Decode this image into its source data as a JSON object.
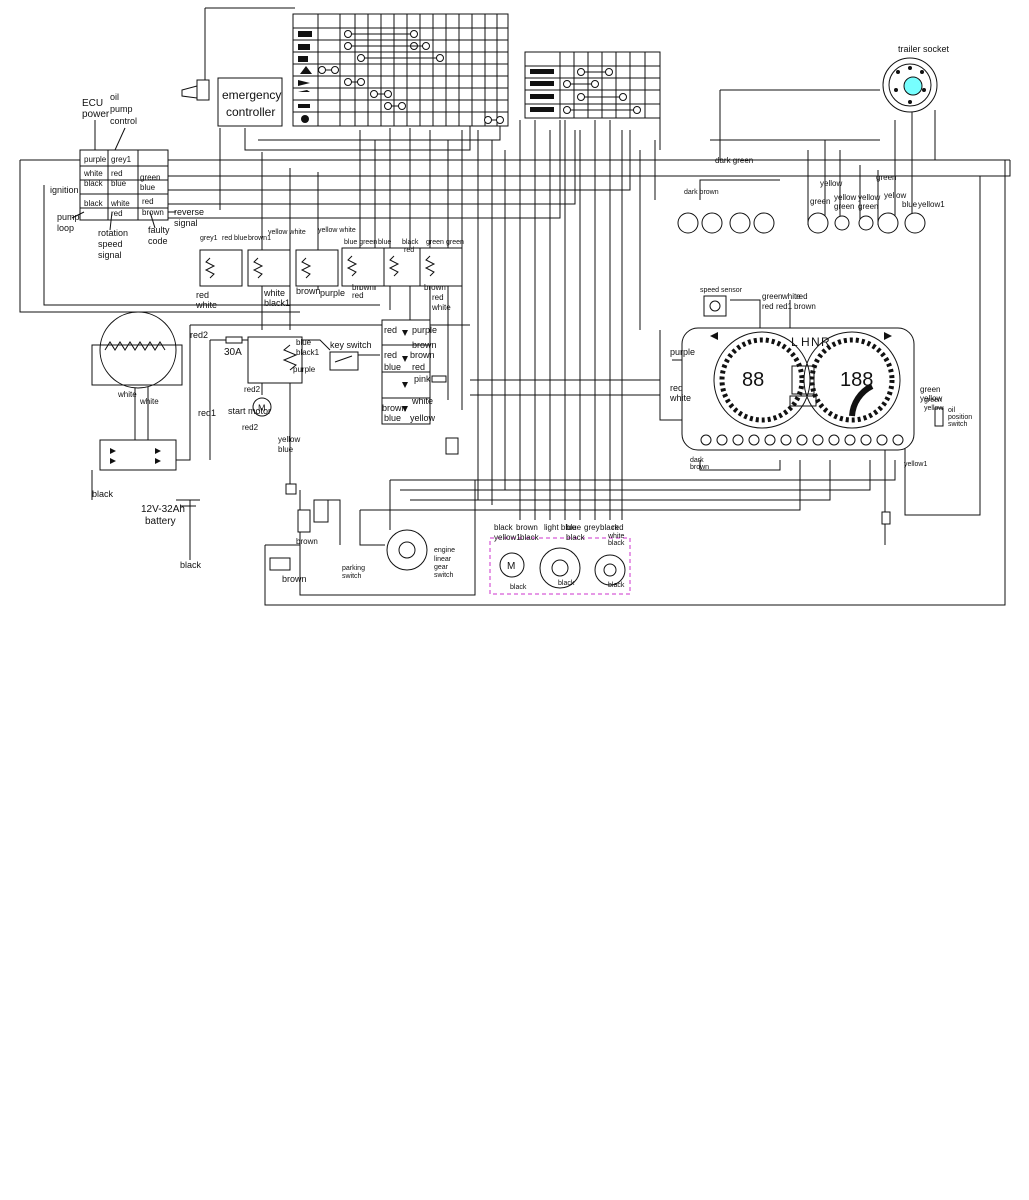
{
  "labels": {
    "ecu_power": "ECU power",
    "ecu": "ECU",
    "power": "power",
    "oil": "oil",
    "pump": "pump",
    "control": "control",
    "emergency": "emergency",
    "controller": "controller",
    "ignition": "ignition",
    "pump_loop_1": "pump",
    "pump_loop_2": "loop",
    "rotation_1": "rotation",
    "rotation_2": "speed",
    "rotation_3": "signal",
    "faulty_1": "faulty",
    "faulty_2": "code",
    "reverse_1": "reverse",
    "reverse_2": "signal",
    "trailer_socket": "trailer socket",
    "key_switch": "key switch",
    "fuse_30a": "30A",
    "start_motor": "start motor",
    "battery_1": "12V-32Ah",
    "battery_2": "battery",
    "engine_1": "engine",
    "engine_2": "linear",
    "engine_3": "gear",
    "engine_4": "switch",
    "parking_1": "parking",
    "parking_2": "switch",
    "speed_sensor": "speed sensor",
    "oil_position_1": "oil",
    "oil_position_2": "position",
    "oil_position_3": "switch"
  },
  "wire_colors": {
    "ecu_conn": [
      "purple",
      "grey1",
      "white",
      "red",
      "black",
      "blue",
      "black",
      "white",
      "red",
      "red",
      "green",
      "blue",
      "brown"
    ],
    "generator": [
      "white",
      "white"
    ],
    "misc": [
      "red1",
      "red2",
      "black",
      "black",
      "red2",
      "red2",
      "blue",
      "black1",
      "yellow",
      "blue",
      "brown",
      "brown",
      "purple",
      "red",
      "white",
      "green",
      "yellow",
      "dark green",
      "dark brown",
      "yellow",
      "green",
      "yellow",
      "green",
      "yellow",
      "green",
      "green",
      "yellow",
      "blue",
      "yellow1",
      "green",
      "white",
      "red",
      "red1",
      "brown"
    ],
    "relays_top": [
      "grey1",
      "red blue",
      "brown1",
      "yellow white",
      "yellow white",
      "blue green",
      "blue",
      "black",
      "green",
      "green",
      "red"
    ],
    "relays_bottom": [
      "red",
      "white",
      "white",
      "black1",
      "brown",
      "purple",
      "brown",
      "red",
      "brown"
    ],
    "ignition_block": [
      "red",
      "purple",
      "brown",
      "red",
      "brown",
      "brown",
      "red",
      "blue",
      "white",
      "pink",
      "brown",
      "blue",
      "yellow"
    ],
    "motors": [
      "black",
      "brown",
      "yellow1",
      "black",
      "light blue",
      "blue",
      "black",
      "grey",
      "black",
      "red",
      "white",
      "black",
      "black",
      "black",
      "black"
    ],
    "dash": [
      "purple",
      "red",
      "white",
      "green",
      "yellow",
      "dark",
      "brown",
      "yellow1"
    ]
  },
  "dashboard": {
    "gear_letters": [
      "L",
      "H",
      "N",
      "R"
    ],
    "left_digits": "88",
    "right_digits": "188"
  }
}
